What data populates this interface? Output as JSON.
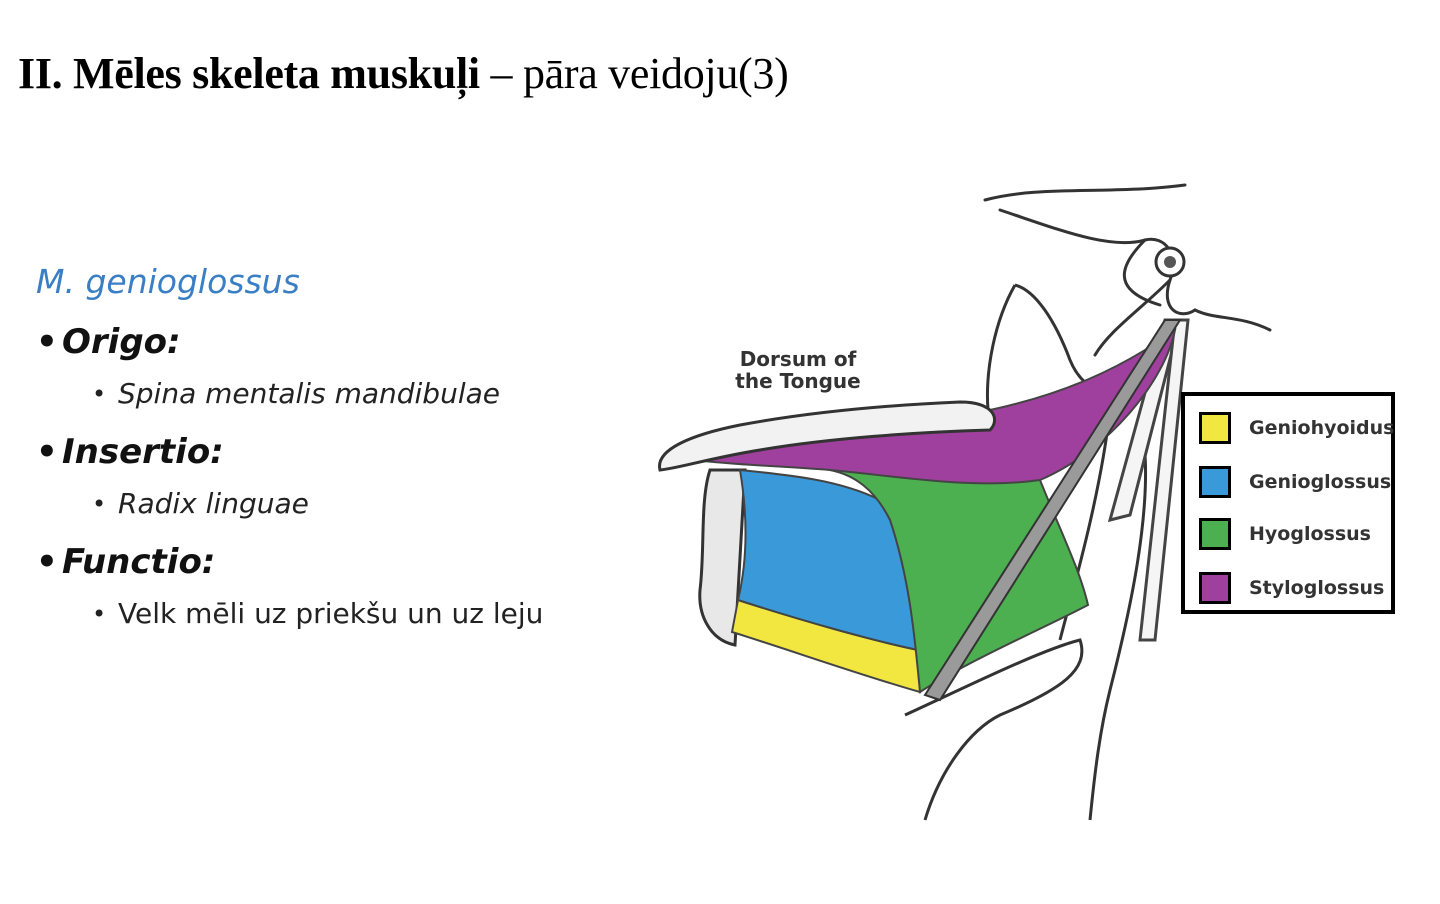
{
  "title": {
    "bold": "II. Mēles skeleta muskuļi",
    "rest": " – pāra veidoju(3)"
  },
  "muscle": {
    "name": "M. genioglossus",
    "sections": [
      {
        "heading": "Origo:",
        "detail": "Spina mentalis mandibulae"
      },
      {
        "heading": "Insertio:",
        "detail": "Radix linguae"
      },
      {
        "heading": "Functio:",
        "detail": "Velk mēli uz priekšu un uz leju"
      }
    ]
  },
  "figure": {
    "label_line1": "Dorsum of",
    "label_line2": "the Tongue",
    "legend": [
      {
        "label": "Geniohyoidus",
        "color": "#f2e640"
      },
      {
        "label": "Genioglossus",
        "color": "#3a9ad9"
      },
      {
        "label": "Hyoglossus",
        "color": "#4caf50"
      },
      {
        "label": "Styloglossus",
        "color": "#a0409e"
      }
    ]
  }
}
